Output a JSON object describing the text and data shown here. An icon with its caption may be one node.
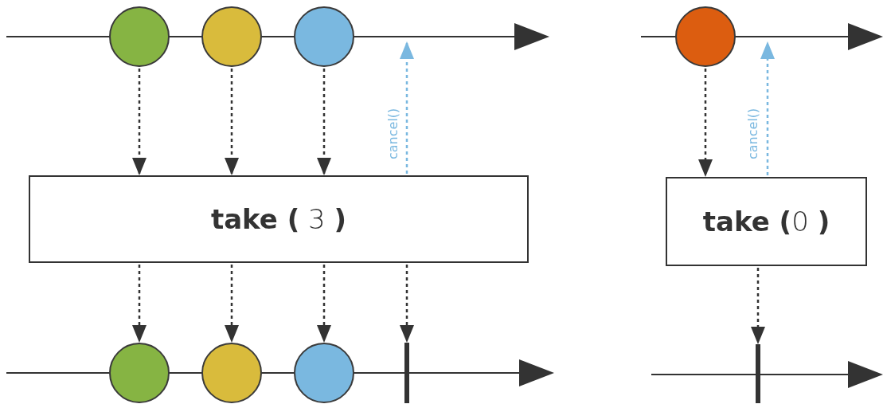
{
  "diagram": {
    "nodes": [
      {
        "text": [],
        "shape": "circle"
      },
      {
        "text": [],
        "shape": "circle"
      },
      {
        "text": [],
        "shape": "circle"
      },
      {
        "text": [
          "**take (** 3 **)**"
        ]
      },
      {
        "text": [],
        "shape": "circle"
      },
      {
        "text": [],
        "shape": "circle"
      },
      {
        "text": [],
        "shape": "circle"
      },
      {
        "text": [],
        "shape": "bar"
      },
      {
        "text": [],
        "shape": "circle"
      },
      {
        "text": [
          "**take (**0 **)**"
        ]
      },
      {
        "text": [],
        "shape": "bar"
      }
    ],
    "edges": [
      {
        "from": 0,
        "to": 3,
        "arrow": "to",
        "style": "dashed"
      },
      {
        "from": 1,
        "to": 3,
        "arrow": "to",
        "style": "dashed"
      },
      {
        "from": 2,
        "to": 3,
        "arrow": "to",
        "style": "dashed"
      },
      {
        "from": 3,
        "to": null,
        "arrow": "to",
        "style": "dashed",
        "color": "#7ab8e0",
        "label": "cancel()"
      },
      {
        "from": 3,
        "to": 4,
        "arrow": "to",
        "style": "dashed"
      },
      {
        "from": 3,
        "to": 5,
        "arrow": "to",
        "style": "dashed"
      },
      {
        "from": 3,
        "to": 6,
        "arrow": "to",
        "style": "dashed"
      },
      {
        "from": 3,
        "to": 7,
        "arrow": "to",
        "style": "dashed"
      },
      {
        "from": 8,
        "to": 9,
        "arrow": "to",
        "style": "dashed"
      },
      {
        "from": 9,
        "to": null,
        "arrow": "to",
        "style": "dashed",
        "color": "#7ab8e0",
        "label": "cancel()"
      },
      {
        "from": 9,
        "to": 10,
        "arrow": "to",
        "style": "dashed"
      }
    ]
  }
}
